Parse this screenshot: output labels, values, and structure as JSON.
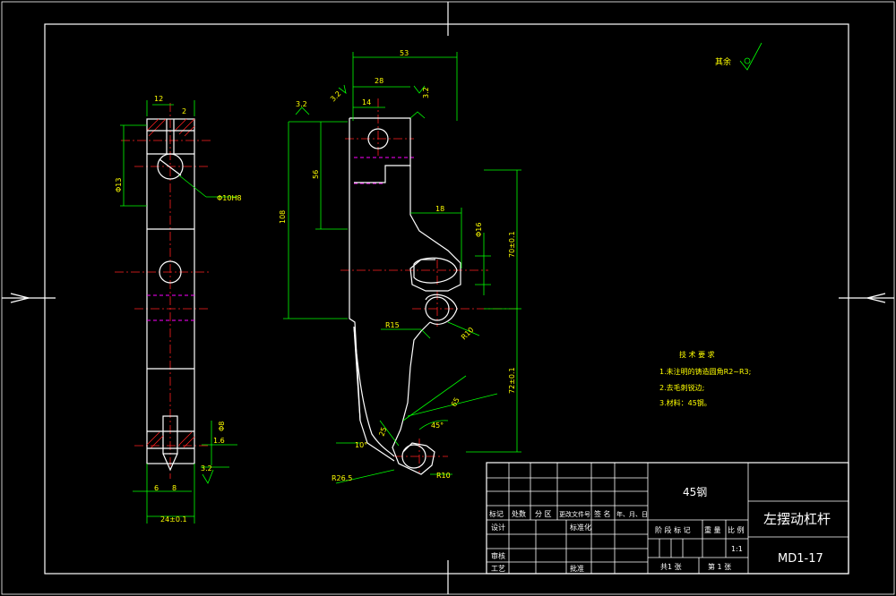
{
  "drawing": {
    "material": "45钢",
    "part_name": "左摆动杠杆",
    "drawing_number": "MD1-17",
    "scale": "1:1",
    "sheet_total": "共1 张",
    "sheet_no": "第 1 张",
    "surface_note": "其余"
  },
  "tech_requirements": {
    "title": "技 术 要 求",
    "items": [
      "1.未注明的铸造圆角R2~R3;",
      "2.去毛刺锐边;",
      "3.材料：45钢。"
    ]
  },
  "title_block": {
    "rev_headers": [
      "标记",
      "处数",
      "分 区",
      "更改文件号",
      "签 名",
      "年、月、日"
    ],
    "row_design": "设计",
    "row_standard": "标准化",
    "row_review": "审核",
    "row_process": "工艺",
    "row_approve": "批准",
    "stage_label": "阶 段 标 记",
    "weight_label": "重 量",
    "scale_label": "比 例"
  },
  "dimensions": {
    "side_view": {
      "top_width": "12",
      "top_slot": "2",
      "pin_diameter": "Φ13",
      "bore": "Φ10H8",
      "bottom_phi": "Φ8",
      "bottom_gap": "1.6",
      "rough": "3.2",
      "b1": "6",
      "b2": "8",
      "overall_width": "24±0.1"
    },
    "front_view": {
      "overall_width": "53",
      "width_28": "28",
      "width_14": "14",
      "rough": "3.2",
      "rough_2": "3.2",
      "rough_3": "3.2",
      "len_56": "56",
      "len_108": "108",
      "len_18": "18",
      "phi_16": "Φ16",
      "len_70": "70±0.1",
      "len_72": "72±0.1",
      "r15": "R15",
      "r10": "R10",
      "r10b": "R10",
      "r26": "R26.5",
      "d65": "65",
      "d25": "25",
      "angle_45": "45°",
      "angle_10": "10°"
    }
  }
}
